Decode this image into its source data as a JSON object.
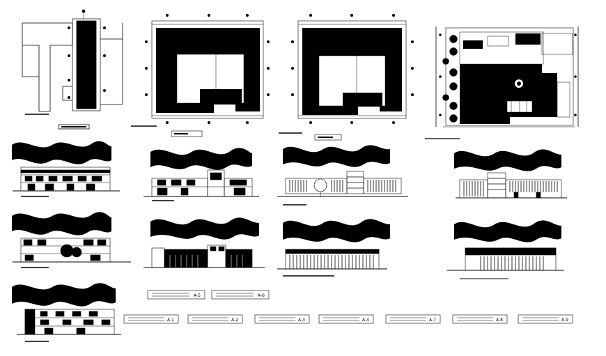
{
  "sheet": {
    "background": "#ffffff",
    "ink": "#000000",
    "plan_labels": [
      "",
      "",
      "",
      ""
    ],
    "section_labels": [
      "",
      "",
      "",
      "",
      "",
      "",
      "",
      "",
      ""
    ],
    "title_block_codes": [
      "A-5",
      "A-6",
      "A-1",
      "A-2",
      "A-3",
      "A-4",
      "A-7",
      "A-8",
      "A-9"
    ]
  },
  "drawings": {
    "plans": [
      {
        "name": "site-plan",
        "kind": "site plan"
      },
      {
        "name": "roof-plan-1",
        "kind": "roof plan"
      },
      {
        "name": "roof-plan-2",
        "kind": "roof plan"
      },
      {
        "name": "floor-plan",
        "kind": "floor plan"
      }
    ],
    "elevations_count": 9,
    "title_blocks_count": 9
  }
}
